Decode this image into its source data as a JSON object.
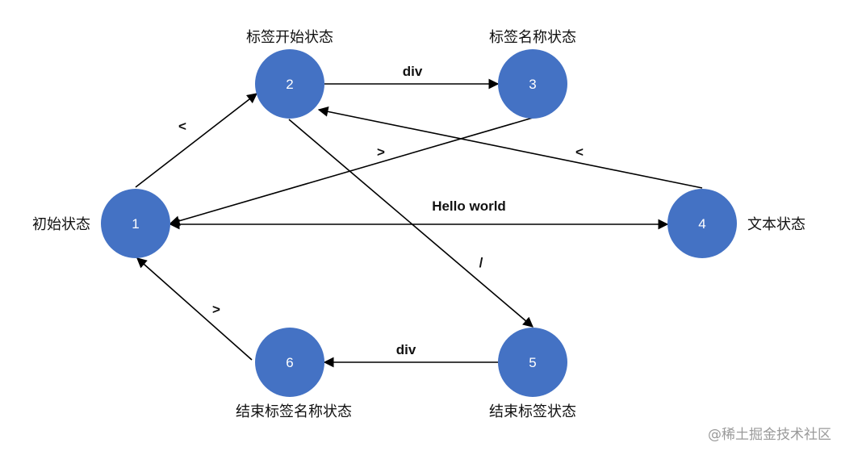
{
  "diagram": {
    "nodes": [
      {
        "id": "1",
        "label": "1",
        "state_name": "初始状态"
      },
      {
        "id": "2",
        "label": "2",
        "state_name": "标签开始状态"
      },
      {
        "id": "3",
        "label": "3",
        "state_name": "标签名称状态"
      },
      {
        "id": "4",
        "label": "4",
        "state_name": "文本状态"
      },
      {
        "id": "5",
        "label": "5",
        "state_name": "结束标签状态"
      },
      {
        "id": "6",
        "label": "6",
        "state_name": "结束标签名称状态"
      }
    ],
    "edges": [
      {
        "from": "1",
        "to": "2",
        "label": "<"
      },
      {
        "from": "2",
        "to": "3",
        "label": "div"
      },
      {
        "from": "3",
        "to": "1",
        "label": ">"
      },
      {
        "from": "4",
        "to": "2",
        "label": "<"
      },
      {
        "from": "1",
        "to": "4",
        "label": "Hello world"
      },
      {
        "from": "2",
        "to": "5",
        "label": "/"
      },
      {
        "from": "5",
        "to": "6",
        "label": "div"
      },
      {
        "from": "6",
        "to": "1",
        "label": ">"
      }
    ],
    "node_color": "#4472c4"
  },
  "watermark": "@稀土掘金技术社区"
}
